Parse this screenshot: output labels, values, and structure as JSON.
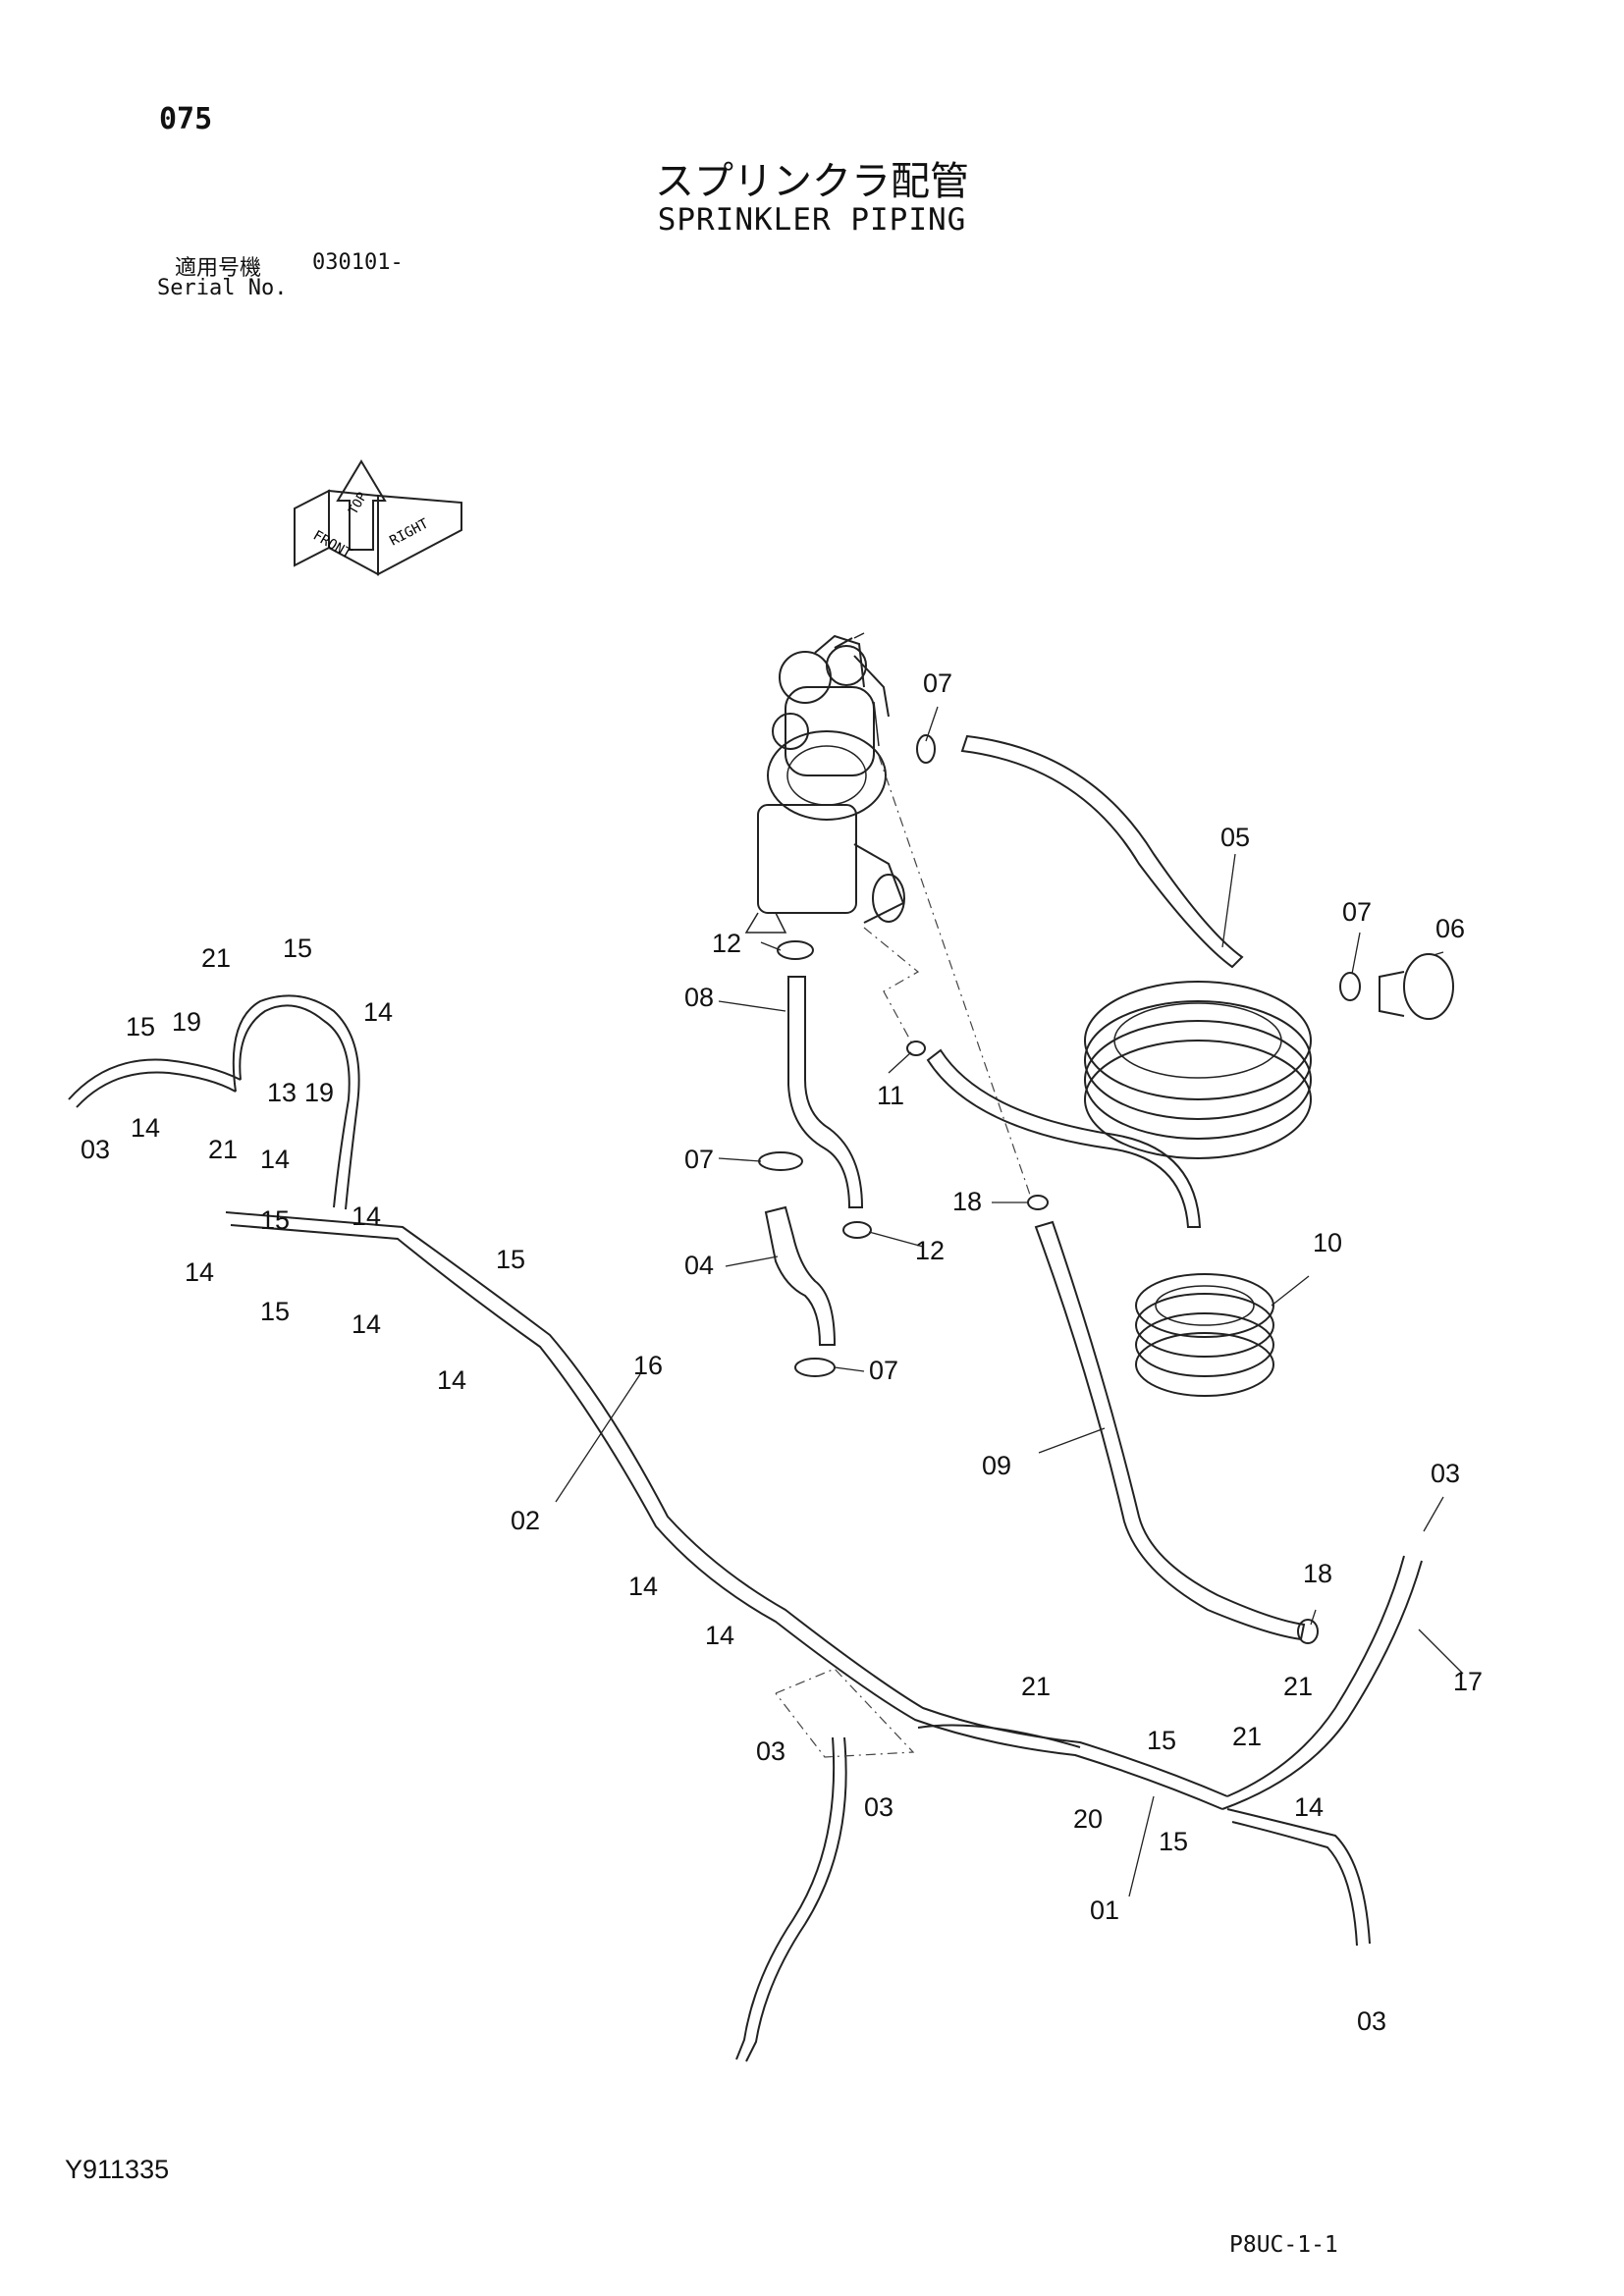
{
  "header": {
    "page_number": "075",
    "title_jp": "スプリンクラ配管",
    "title_en": "SPRINKLER PIPING",
    "serial_label_jp": "適用号機",
    "serial_value": "030101-",
    "serial_label_en": "Serial No."
  },
  "orientation_icon": {
    "labels": [
      "TOP",
      "FRONT",
      "RIGHT"
    ]
  },
  "callouts": {
    "c01": "01",
    "c02": "02",
    "c03a": "03",
    "c03b": "03",
    "c03c": "03",
    "c03d": "03",
    "c03e": "03",
    "c04": "04",
    "c05": "05",
    "c06": "06",
    "c07a": "07",
    "c07b": "07",
    "c07c": "07",
    "c07d": "07",
    "c08": "08",
    "c09": "09",
    "c10": "10",
    "c11": "11",
    "c12a": "12",
    "c12b": "12",
    "c13": "13",
    "c14a": "14",
    "c14b": "14",
    "c14c": "14",
    "c14d": "14",
    "c14e": "14",
    "c14f": "14",
    "c14g": "14",
    "c14h": "14",
    "c14i": "14",
    "c14j": "14",
    "c15a": "15",
    "c15b": "15",
    "c15c": "15",
    "c15d": "15",
    "c15e": "15",
    "c15f": "15",
    "c15g": "15",
    "c16": "16",
    "c17": "17",
    "c18a": "18",
    "c18b": "18",
    "c19a": "19",
    "c19b": "19",
    "c20": "20",
    "c21a": "21",
    "c21b": "21",
    "c21c": "21",
    "c21d": "21",
    "c21e": "21"
  },
  "footer": {
    "doc_code": "Y911335",
    "page_code": "P8UC-1-1"
  }
}
